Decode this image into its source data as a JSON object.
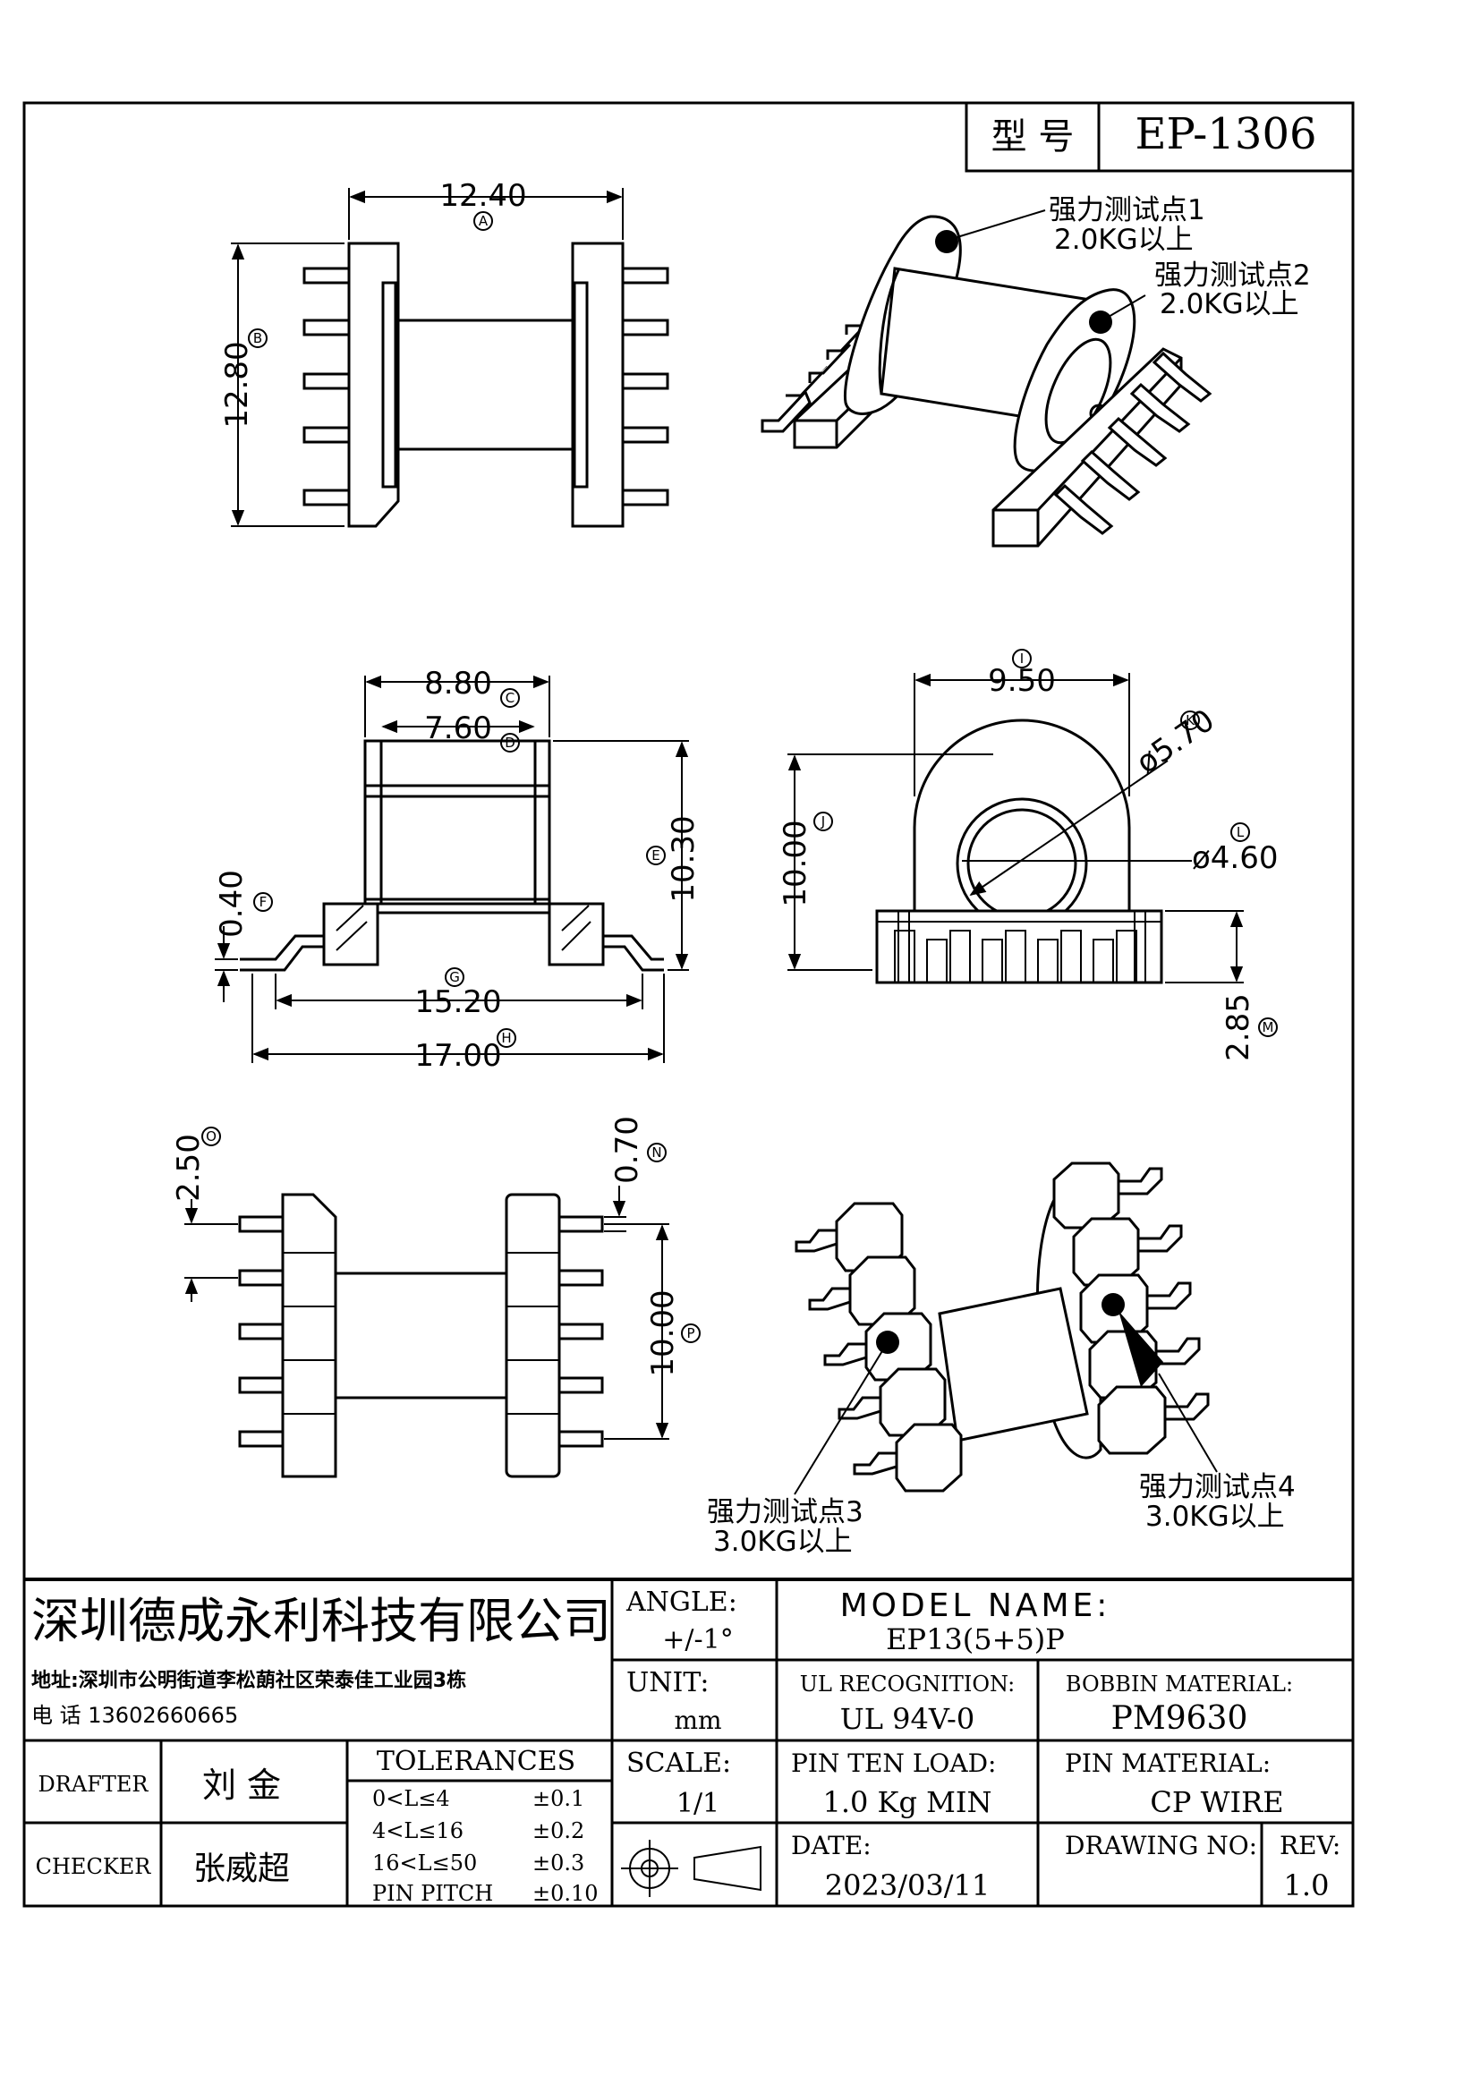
{
  "header": {
    "type_label": "型 号",
    "model": "EP-1306"
  },
  "dimensions": {
    "top_width": "12.40",
    "top_width_ref": "A",
    "top_height": "12.80",
    "top_height_ref": "B",
    "front_outer": "8.80",
    "front_outer_ref": "C",
    "front_inner": "7.60",
    "front_inner_ref": "D",
    "front_height": "10.30",
    "front_height_ref": "E",
    "pin_thick": "0.40",
    "pin_thick_ref": "F",
    "pin_span_inner": "15.20",
    "pin_span_inner_ref": "G",
    "pin_span_outer": "17.00",
    "pin_span_outer_ref": "H",
    "side_width": "9.50",
    "side_width_ref": "I",
    "side_height": "10.00",
    "side_height_ref": "J",
    "flange_dia": "ø5.70",
    "flange_dia_ref": "K",
    "bore_dia": "ø4.60",
    "bore_dia_ref": "L",
    "base_height": "2.85",
    "base_height_ref": "M",
    "pin_width": "0.70",
    "pin_width_ref": "N",
    "pin_pitch": "2.50",
    "pin_pitch_ref": "O",
    "bottom_span": "10.00",
    "bottom_span_ref": "P"
  },
  "notes": {
    "tp1": "强力测试点1",
    "tp1_load": "2.0KG以上",
    "tp2": "强力测试点2",
    "tp2_load": "2.0KG以上",
    "tp3": "强力测试点3",
    "tp3_load": "3.0KG以上",
    "tp4": "强力测试点4",
    "tp4_load": "3.0KG以上"
  },
  "title_block": {
    "company": "深圳德成永利科技有限公司",
    "address": "地址:深圳市公明街道李松蓢社区荣泰佳工业园3栋",
    "phone": "电 话  13602660665",
    "angle_label": "ANGLE:",
    "angle_value": "+/-1°",
    "model_name_label": "MODEL NAME:",
    "model_name_value": "EP13(5+5)P",
    "unit_label": "UNIT:",
    "unit_value": "mm",
    "ul_label": "UL RECOGNITION:",
    "ul_value": "UL 94V-0",
    "bobbin_label": "BOBBIN MATERIAL:",
    "bobbin_value": "PM9630",
    "drafter_label": "DRAFTER",
    "drafter_value": "刘  金",
    "checker_label": "CHECKER",
    "checker_value": "张威超",
    "tolerances_label": "TOLERANCES",
    "tolerances": [
      {
        "range": "0<L≤4",
        "value": "±0.1"
      },
      {
        "range": "4<L≤16",
        "value": "±0.2"
      },
      {
        "range": "16<L≤50",
        "value": "±0.3"
      },
      {
        "range": "PIN PITCH",
        "value": "±0.10"
      }
    ],
    "scale_label": "SCALE:",
    "scale_value": "1/1",
    "pin_load_label": "PIN TEN LOAD:",
    "pin_load_value": "1.0 Kg MIN",
    "pin_material_label": "PIN MATERIAL:",
    "pin_material_value": "CP WIRE",
    "date_label": "DATE:",
    "date_value": "2023/03/11",
    "drawing_no_label": "DRAWING NO:",
    "drawing_no_value": "",
    "rev_label": "REV:",
    "rev_value": "1.0"
  }
}
